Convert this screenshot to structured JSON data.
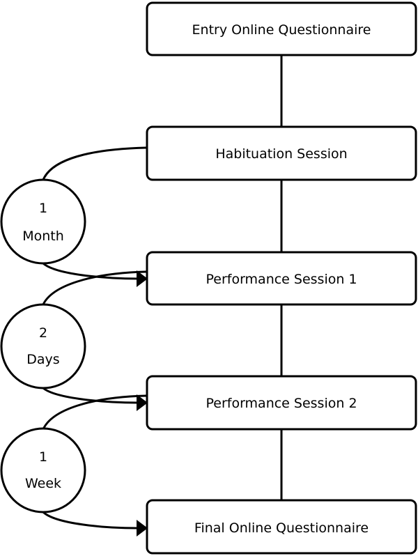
{
  "steps": [
    {
      "label": "Entry Online Questionnaire"
    },
    {
      "label": "Habituation Session"
    },
    {
      "label": "Performance Session 1"
    },
    {
      "label": "Performance Session 2"
    },
    {
      "label": "Final Online Questionnaire"
    }
  ],
  "intervals": [
    {
      "value": "1",
      "unit": "Month"
    },
    {
      "value": "2",
      "unit": "Days"
    },
    {
      "value": "1",
      "unit": "Week"
    }
  ]
}
